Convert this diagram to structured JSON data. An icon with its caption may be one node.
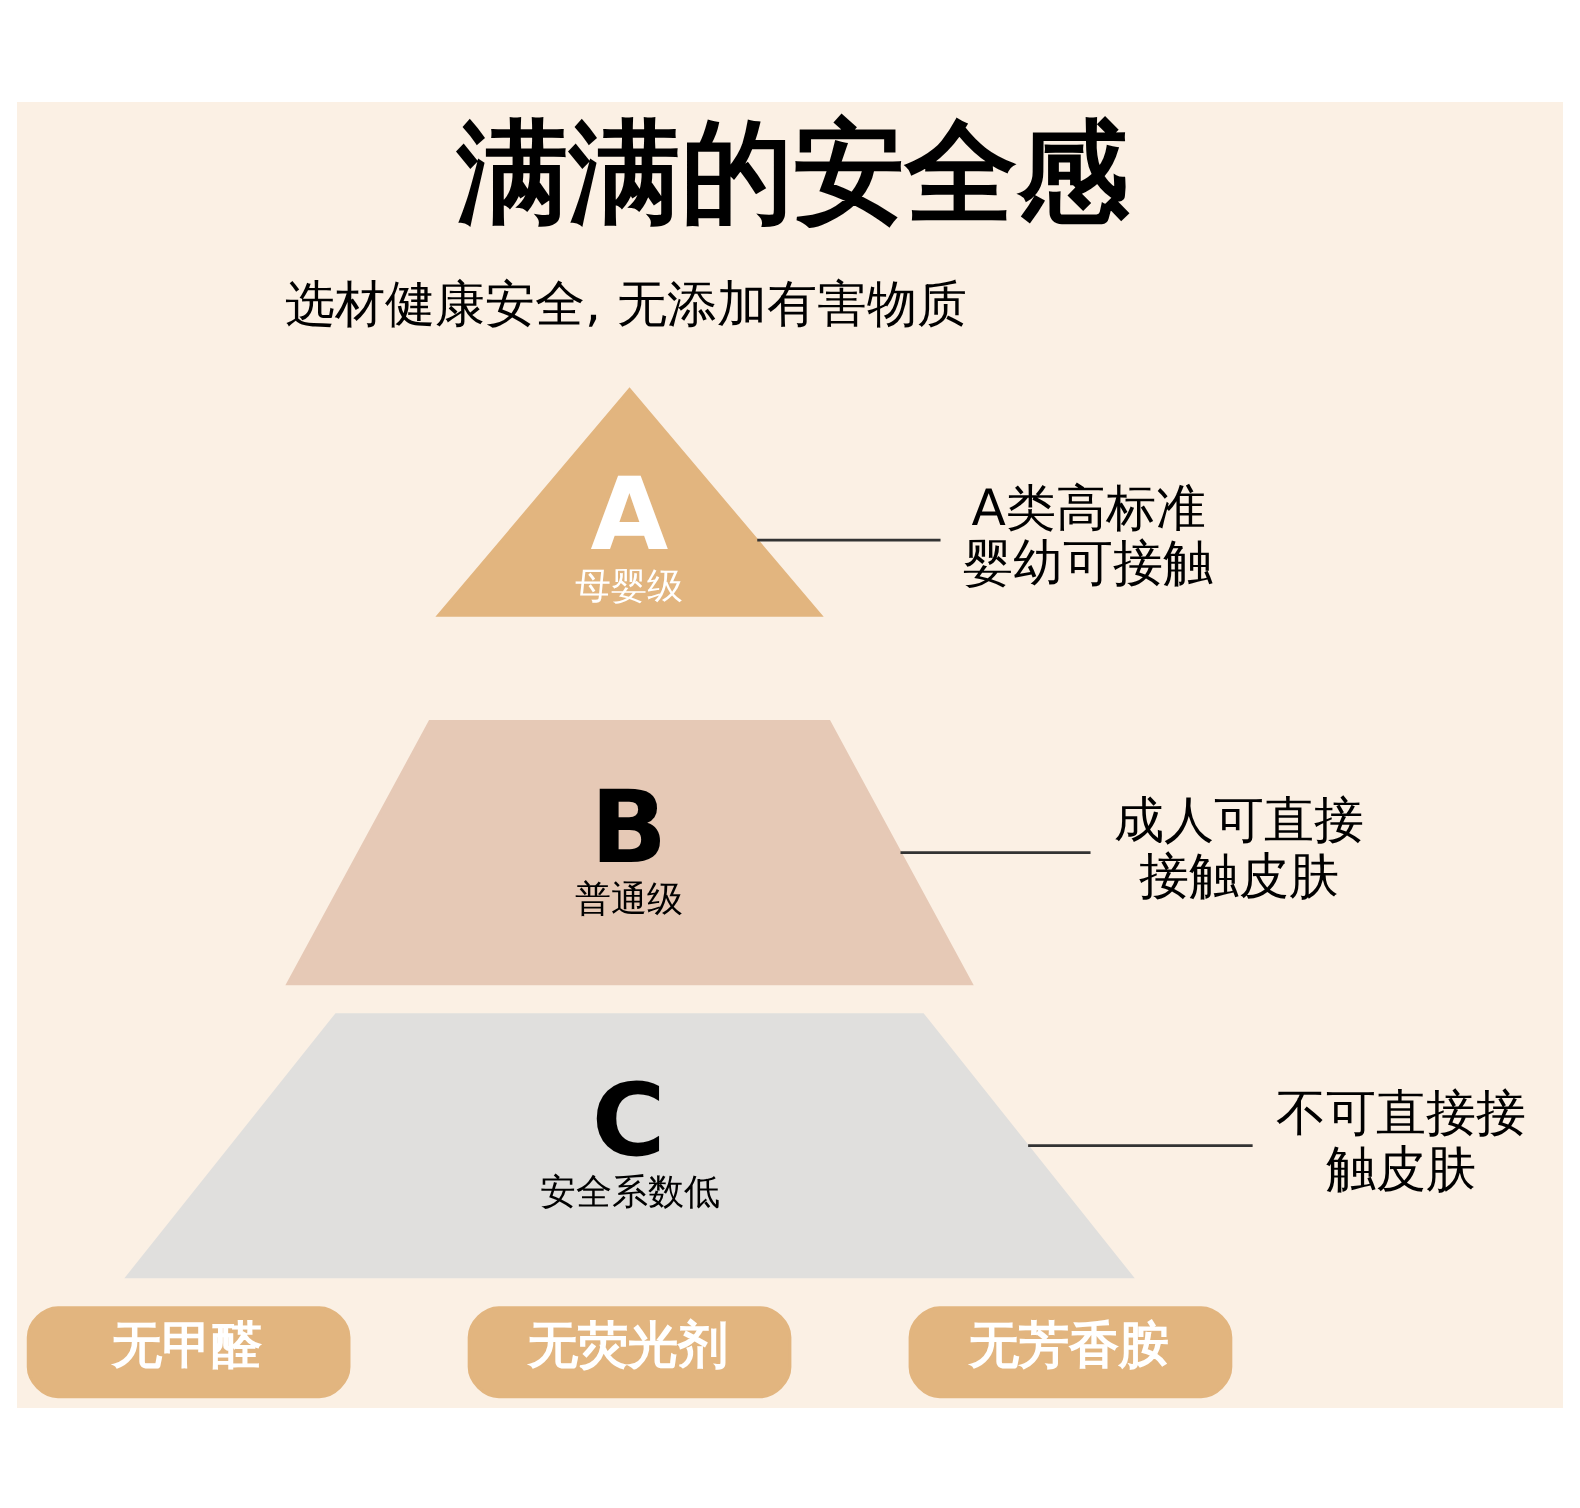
{
  "diagram": {
    "title": "满满的安全感",
    "nodes": [
      {
        "text": [
          "A",
          "母婴级"
        ]
      },
      {
        "text": [
          "A类高标准婴幼可接触"
        ]
      },
      {
        "text": [
          "B",
          "普通级"
        ]
      },
      {
        "text": [
          "成人可直接接触皮肤"
        ]
      },
      {
        "text": [
          "C",
          "安全系数低"
        ]
      },
      {
        "text": [
          "不可直接接触皮肤"
        ]
      },
      {
        "text": [
          "无甲醛"
        ]
      },
      {
        "text": [
          "无荧光剂"
        ]
      },
      {
        "text": [
          "无芳香胺"
        ]
      }
    ],
    "edges": [
      {
        "from": 1,
        "to": 0,
        "arrow": "none"
      },
      {
        "from": 3,
        "to": 2,
        "arrow": "none"
      },
      {
        "from": 5,
        "to": 4,
        "arrow": "none"
      }
    ],
    "labels": [
      "选材健康安全, 无添加有害物质"
    ]
  }
}
